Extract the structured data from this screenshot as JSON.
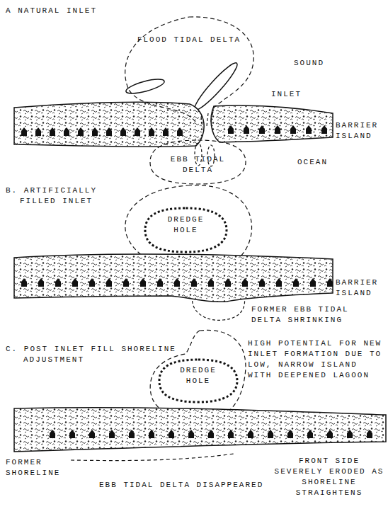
{
  "diagram": {
    "nodes": [
      {
        "text": [
          "FLOOD TIDAL DELTA"
        ]
      },
      {
        "text": [
          "EBB TIDAL DELTA"
        ]
      },
      {
        "text": [
          "DREDGE HOLE"
        ]
      },
      {
        "text": [
          "DREDGE HOLE"
        ]
      }
    ],
    "labels": [
      "A NATURAL INLET",
      "SOUND",
      "INLET",
      "BARRIER ISLAND",
      "OCEAN",
      "B. ARTIFICIALLY FILLED INLET",
      "BARRIER ISLAND",
      "FORMER EBB TIDAL DELTA SHRINKING",
      "C. POST INLET FILL SHORELINE ADJUSTMENT",
      "HIGH POTENTIAL FOR NEW INLET FORMATION DUE TO LOW, NARROW ISLAND WITH DEEPENED LAGOON",
      "FORMER SHORELINE",
      "EBB TIDAL DELTA DISAPPEARED",
      "FRONT SIDE SEVERELY ERODED AS SHORELINE STRAIGHTENS"
    ]
  }
}
